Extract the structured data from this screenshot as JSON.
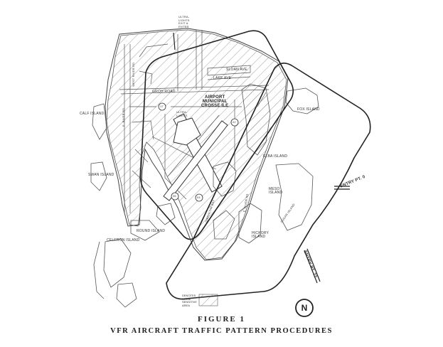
{
  "figure": {
    "label": "FIGURE 1",
    "caption": "VFR AIRCRAFT TRAFFIC PATTERN PROCEDURES"
  },
  "map_labels": {
    "ultralights_exit": [
      "ULTRA-",
      "LIGHTS",
      "EXIT &",
      "ENTER"
    ],
    "ultralights": [
      "ULTRA-",
      "LIGHTS"
    ],
    "airport": [
      "AIRPORT",
      "MUNICIPAL",
      "CROSSE ILE"
    ],
    "groh_road": "GROH ROAD",
    "sloan_ave": "SLOAN AVE.",
    "lake_ave": "LAKE AVE",
    "west_river_rd": "WEST RIVER RD",
    "e_river_rd": "E. RIVER RD",
    "fox_island": "FOX ISLAND",
    "calf_island": "CALF ISLAND",
    "swan_island": "SWAN ISLAND",
    "elba_island": "ELBA ISLAND",
    "meso_island": "MESO ISLAND",
    "sugar_island": "SUGAR ISLAND",
    "hickory_island": "HICKORY ISLAND",
    "round_island": "ROUND ISLAND",
    "celeron_island": "CELERON ISLAND",
    "gibraltar_bay": "GIBRALTAR BAY",
    "e_river_rd_s": "E. RIVER RD",
    "runway_17": "17",
    "runway_22": "22",
    "runway_35": "35",
    "runway_04": "04",
    "entry_pt_0": "ENTRY PT. 0",
    "entry_pt_22": "ENTRY PT. 22"
  },
  "legend": {
    "text": [
      "DENOTES",
      "NOISE",
      "SENSITIVE",
      "AREA"
    ]
  },
  "north_arrow": {
    "letter": "N"
  }
}
